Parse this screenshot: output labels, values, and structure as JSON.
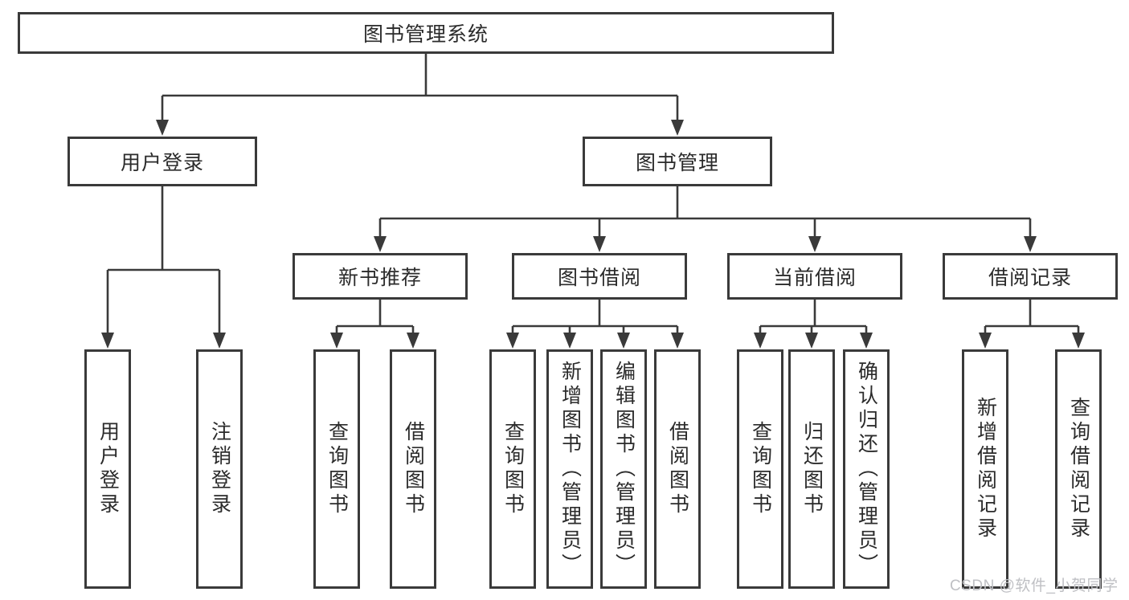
{
  "diagram": {
    "type": "hierarchy-tree",
    "root": {
      "label": "图书管理系统"
    },
    "branches": [
      {
        "label": "用户登录",
        "children": [
          {
            "label": "用户登录"
          },
          {
            "label": "注销登录"
          }
        ]
      },
      {
        "label": "图书管理",
        "children": [
          {
            "label": "新书推荐",
            "children": [
              {
                "label": "查询图书"
              },
              {
                "label": "借阅图书"
              }
            ]
          },
          {
            "label": "图书借阅",
            "children": [
              {
                "label": "查询图书"
              },
              {
                "label": "新增图书（管理员）"
              },
              {
                "label": "编辑图书（管理员）"
              },
              {
                "label": "借阅图书"
              }
            ]
          },
          {
            "label": "当前借阅",
            "children": [
              {
                "label": "查询图书"
              },
              {
                "label": "归还图书"
              },
              {
                "label": "确认归还（管理员）"
              }
            ]
          },
          {
            "label": "借阅记录",
            "children": [
              {
                "label": "新增借阅记录"
              },
              {
                "label": "查询借阅记录"
              }
            ]
          }
        ]
      }
    ],
    "colors": {
      "line": "#3a3a3a",
      "box_border": "#3a3a3a",
      "box_fill": "#ffffff",
      "text": "#2b2b2b"
    }
  },
  "watermark": {
    "text": "CSDN @软件_小贺同学",
    "color": "#bfc0c4"
  }
}
